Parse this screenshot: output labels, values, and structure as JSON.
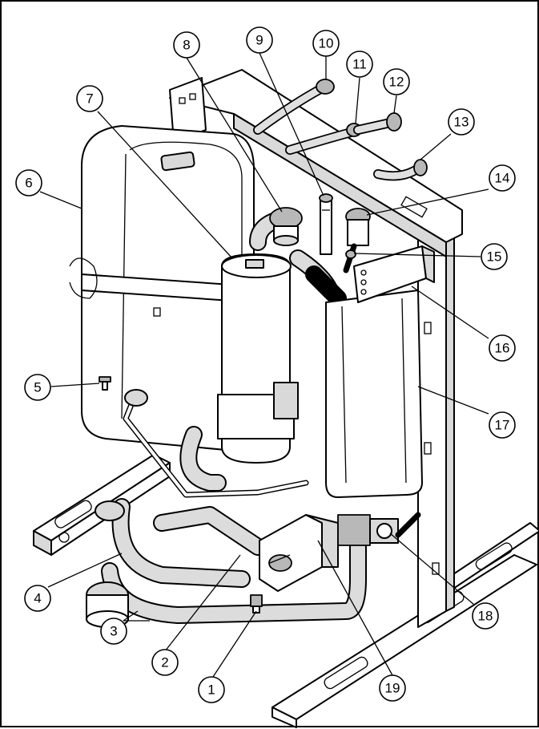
{
  "diagram": {
    "callouts": [
      {
        "number": "1"
      },
      {
        "number": "2"
      },
      {
        "number": "3"
      },
      {
        "number": "4"
      },
      {
        "number": "5"
      },
      {
        "number": "6"
      },
      {
        "number": "7"
      },
      {
        "number": "8"
      },
      {
        "number": "9"
      },
      {
        "number": "10"
      },
      {
        "number": "11"
      },
      {
        "number": "12"
      },
      {
        "number": "13"
      },
      {
        "number": "14"
      },
      {
        "number": "15"
      },
      {
        "number": "16"
      },
      {
        "number": "17"
      },
      {
        "number": "18"
      },
      {
        "number": "19"
      }
    ]
  }
}
